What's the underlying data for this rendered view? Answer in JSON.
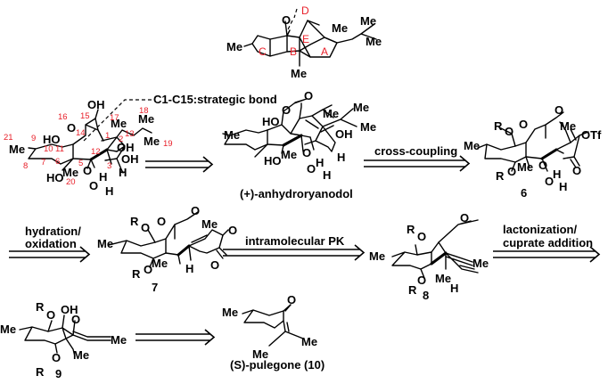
{
  "title_scaffold": {
    "ring_labels": [
      "D",
      "E",
      "C",
      "B",
      "A"
    ],
    "atoms": {
      "O": "O",
      "me_left": "Me",
      "me_top": "Me",
      "me_iso1": "Me",
      "me_iso2": "Me",
      "me_bottom": "Me"
    }
  },
  "ryanodol": {
    "annotation": "C1-C15:strategic bond",
    "atoms": {
      "oh_top": "OH",
      "o16": "O",
      "ho10": "HO",
      "me21": "Me",
      "me17": "Me",
      "me18": "Me",
      "me19": "Me",
      "oh2": "OH",
      "oh3": "OH",
      "h3": "H",
      "ho6": "HO",
      "me20": "Me",
      "o_bridge": "O",
      "oh_bottom": "O",
      "h_a": "H",
      "h_b": "H"
    },
    "numbers": [
      "1",
      "2",
      "3",
      "5",
      "6",
      "7",
      "8",
      "9",
      "10",
      "11",
      "12",
      "13",
      "14",
      "15",
      "16",
      "17",
      "18",
      "19",
      "20",
      "21"
    ]
  },
  "anhydroryanodol": {
    "name": "(+)-anhydroryanodol",
    "atoms": {
      "o_carbonyl": "O",
      "o_lactone": "O",
      "ho": "HO",
      "me_left": "Me",
      "me_alkene": "Me",
      "me_iso1": "Me",
      "me_iso2": "Me",
      "oh": "OH",
      "h": "H",
      "ho6": "HO",
      "me20": "Me",
      "o_bridge": "O",
      "o_bottom": "O",
      "h_a": "H",
      "h_b": "H"
    }
  },
  "compound6": {
    "label": "6",
    "atoms": {
      "r1": "R",
      "o1": "O",
      "o_lactone": "O",
      "o_carbonyl": "O",
      "me_left": "Me",
      "me_alkene": "Me",
      "otf": "OTf",
      "o_ketone": "O",
      "r2": "R",
      "o2": "O",
      "me20": "Me",
      "o_bridge": "O",
      "o_bottom": "O",
      "h_a": "H",
      "h_b": "H"
    }
  },
  "compound7": {
    "label": "7",
    "atoms": {
      "r1": "R",
      "o1": "O",
      "o_lactone": "O",
      "o_carbonyl": "O",
      "me_left": "Me",
      "me_alkene": "Me",
      "o_ketone1": "O",
      "o_ketone2": "O",
      "r2": "R",
      "o2": "O",
      "me20": "Me",
      "h": "H"
    }
  },
  "compound8": {
    "label": "8",
    "atoms": {
      "r1": "R",
      "o1": "O",
      "o_ketone": "O",
      "me_left": "Me",
      "me_alkyne": "Me",
      "r2": "R",
      "o2": "O",
      "me": "Me",
      "h": "H"
    }
  },
  "compound9": {
    "label": "9",
    "atoms": {
      "r1": "R",
      "o1": "O",
      "oh": "OH",
      "o_ketone": "O",
      "me_left": "Me",
      "me_alkyne": "Me",
      "me_ketone": "Me",
      "r2": "R",
      "o2": "O"
    }
  },
  "pulegone": {
    "name": "(S)-pulegone (10)",
    "atoms": {
      "me_left": "Me",
      "o": "O",
      "me1": "Me",
      "me2": "Me"
    }
  },
  "arrows": {
    "a1": "",
    "a2": "cross-coupling",
    "a3_line1": "hydration/",
    "a3_line2": "oxidation",
    "a4": "intramolecular PK",
    "a5_line1": "lactonization/",
    "a5_line2": "cuprate addition",
    "a6": ""
  }
}
